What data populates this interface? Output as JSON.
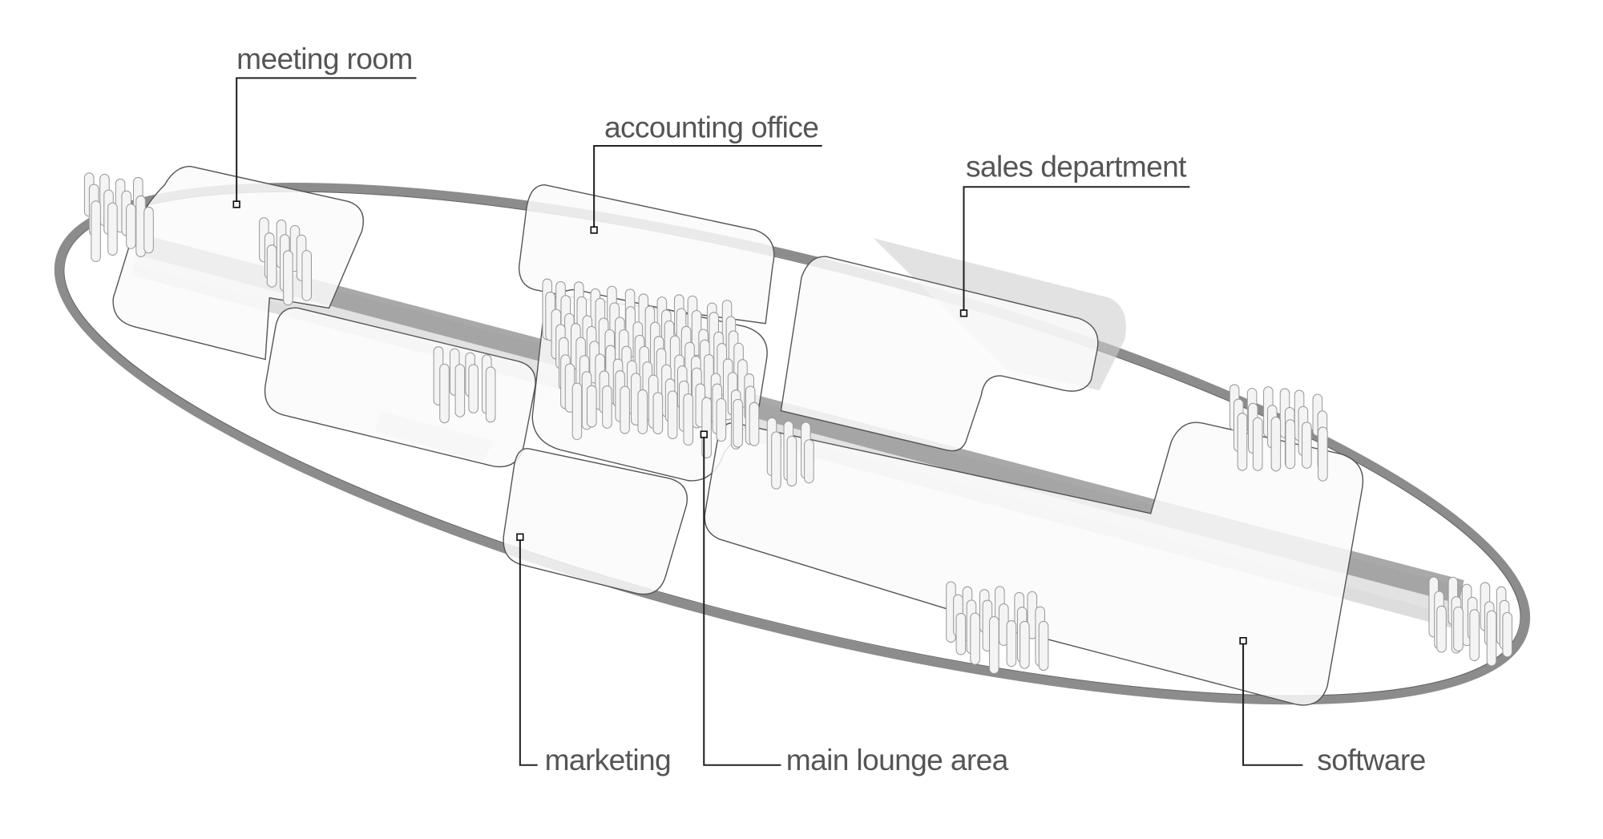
{
  "diagram": {
    "title_labels": {
      "meeting_room": "meeting room",
      "accounting_office": "accounting office",
      "sales_department": "sales department",
      "marketing": "marketing",
      "main_lounge_area": "main lounge area",
      "software": "software"
    },
    "colors": {
      "ring": "#8c8c8c",
      "corridor": "#9a9a9a",
      "label_text": "#555555"
    }
  }
}
